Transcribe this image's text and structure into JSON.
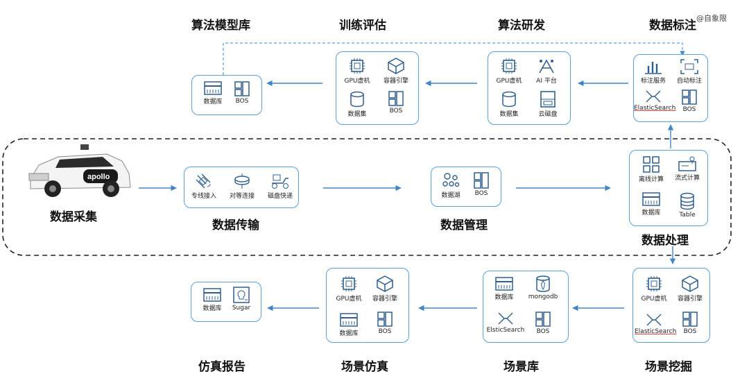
{
  "watermark": "@自象限",
  "stages": {
    "model_repo": {
      "title": "算法模型库",
      "items": [
        "数据库",
        "BOS"
      ]
    },
    "train_eval": {
      "title": "训练评估",
      "items": [
        "GPU虚机",
        "容器引擎",
        "数据集",
        "BOS"
      ]
    },
    "algo_dev": {
      "title": "算法研发",
      "items": [
        "GPU虚机",
        "AI 平台",
        "数据集",
        "云磁盘"
      ]
    },
    "labeling": {
      "title": "数据标注",
      "items": [
        "标注服务",
        "自动标注",
        "ElasticSearch",
        "BOS"
      ]
    },
    "collect": {
      "title": "数据采集",
      "car_logo": "apollo"
    },
    "transfer": {
      "title": "数据传输",
      "items": [
        "专线接入",
        "对等连接",
        "磁盘快递"
      ]
    },
    "manage": {
      "title": "数据管理",
      "items": [
        "数据湖",
        "BOS"
      ]
    },
    "process": {
      "title": "数据处理",
      "items": [
        "离线计算",
        "流式计算",
        "数据库",
        "Table"
      ]
    },
    "sim_report": {
      "title": "仿真报告",
      "items": [
        "数据库",
        "Sugar"
      ]
    },
    "sim": {
      "title": "场景仿真",
      "items": [
        "GPU虚机",
        "容器引擎",
        "数据库",
        "BOS"
      ]
    },
    "scene_repo": {
      "title": "场景库",
      "items": [
        "数据库",
        "mongodb",
        "ElsticSearch",
        "BOS"
      ]
    },
    "mining": {
      "title": "场景挖掘",
      "items": [
        "GPU虚机",
        "容器引擎",
        "ElasticSearch",
        "BOS"
      ]
    }
  },
  "colors": {
    "accent": "#5aa0d8",
    "arrow": "#3f86c8",
    "icon": "#2f5f8f",
    "dash": "#222222"
  }
}
